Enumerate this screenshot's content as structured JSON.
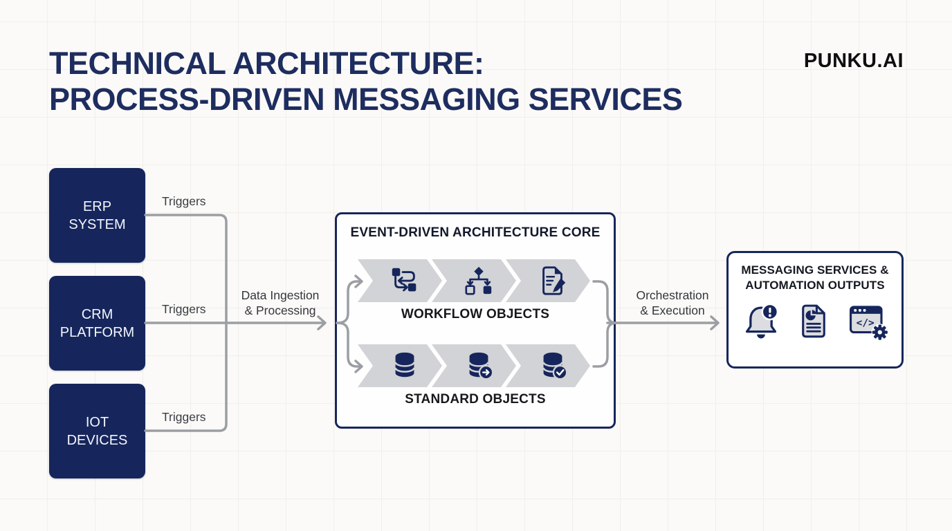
{
  "header": {
    "title_line1": "TECHNICAL ARCHITECTURE:",
    "title_line2": "PROCESS-DRIVEN MESSAGING SERVICES",
    "logo": "PUNKU.AI"
  },
  "sources": [
    {
      "label": "ERP\nSYSTEM",
      "trigger": "Triggers"
    },
    {
      "label": "CRM\nPLATFORM",
      "trigger": "Triggers"
    },
    {
      "label": "IOT\nDEVICES",
      "trigger": "Triggers"
    }
  ],
  "flows": {
    "ingestion": "Data Ingestion\n& Processing",
    "orchestration": "Orchestration\n& Execution"
  },
  "core": {
    "title": "EVENT-DRIVEN ARCHITECTURE CORE",
    "rows": [
      {
        "label": "WORKFLOW OBJECTS",
        "icons": [
          "process-loop-icon",
          "decision-flowchart-icon",
          "document-edit-icon"
        ]
      },
      {
        "label": "STANDARD OBJECTS",
        "icons": [
          "database-icon",
          "database-transfer-icon",
          "database-check-icon"
        ]
      }
    ]
  },
  "outputs": {
    "title": "MESSAGING SERVICES &\nAUTOMATION OUTPUTS",
    "icons": [
      "notification-alert-icon",
      "report-document-icon",
      "code-automation-icon"
    ]
  },
  "colors": {
    "navy": "#16265c",
    "connector": "#9b9ea3",
    "chevron": "#d2d3d6",
    "title": "#1e2d5f",
    "background": "#fbfaf8"
  }
}
